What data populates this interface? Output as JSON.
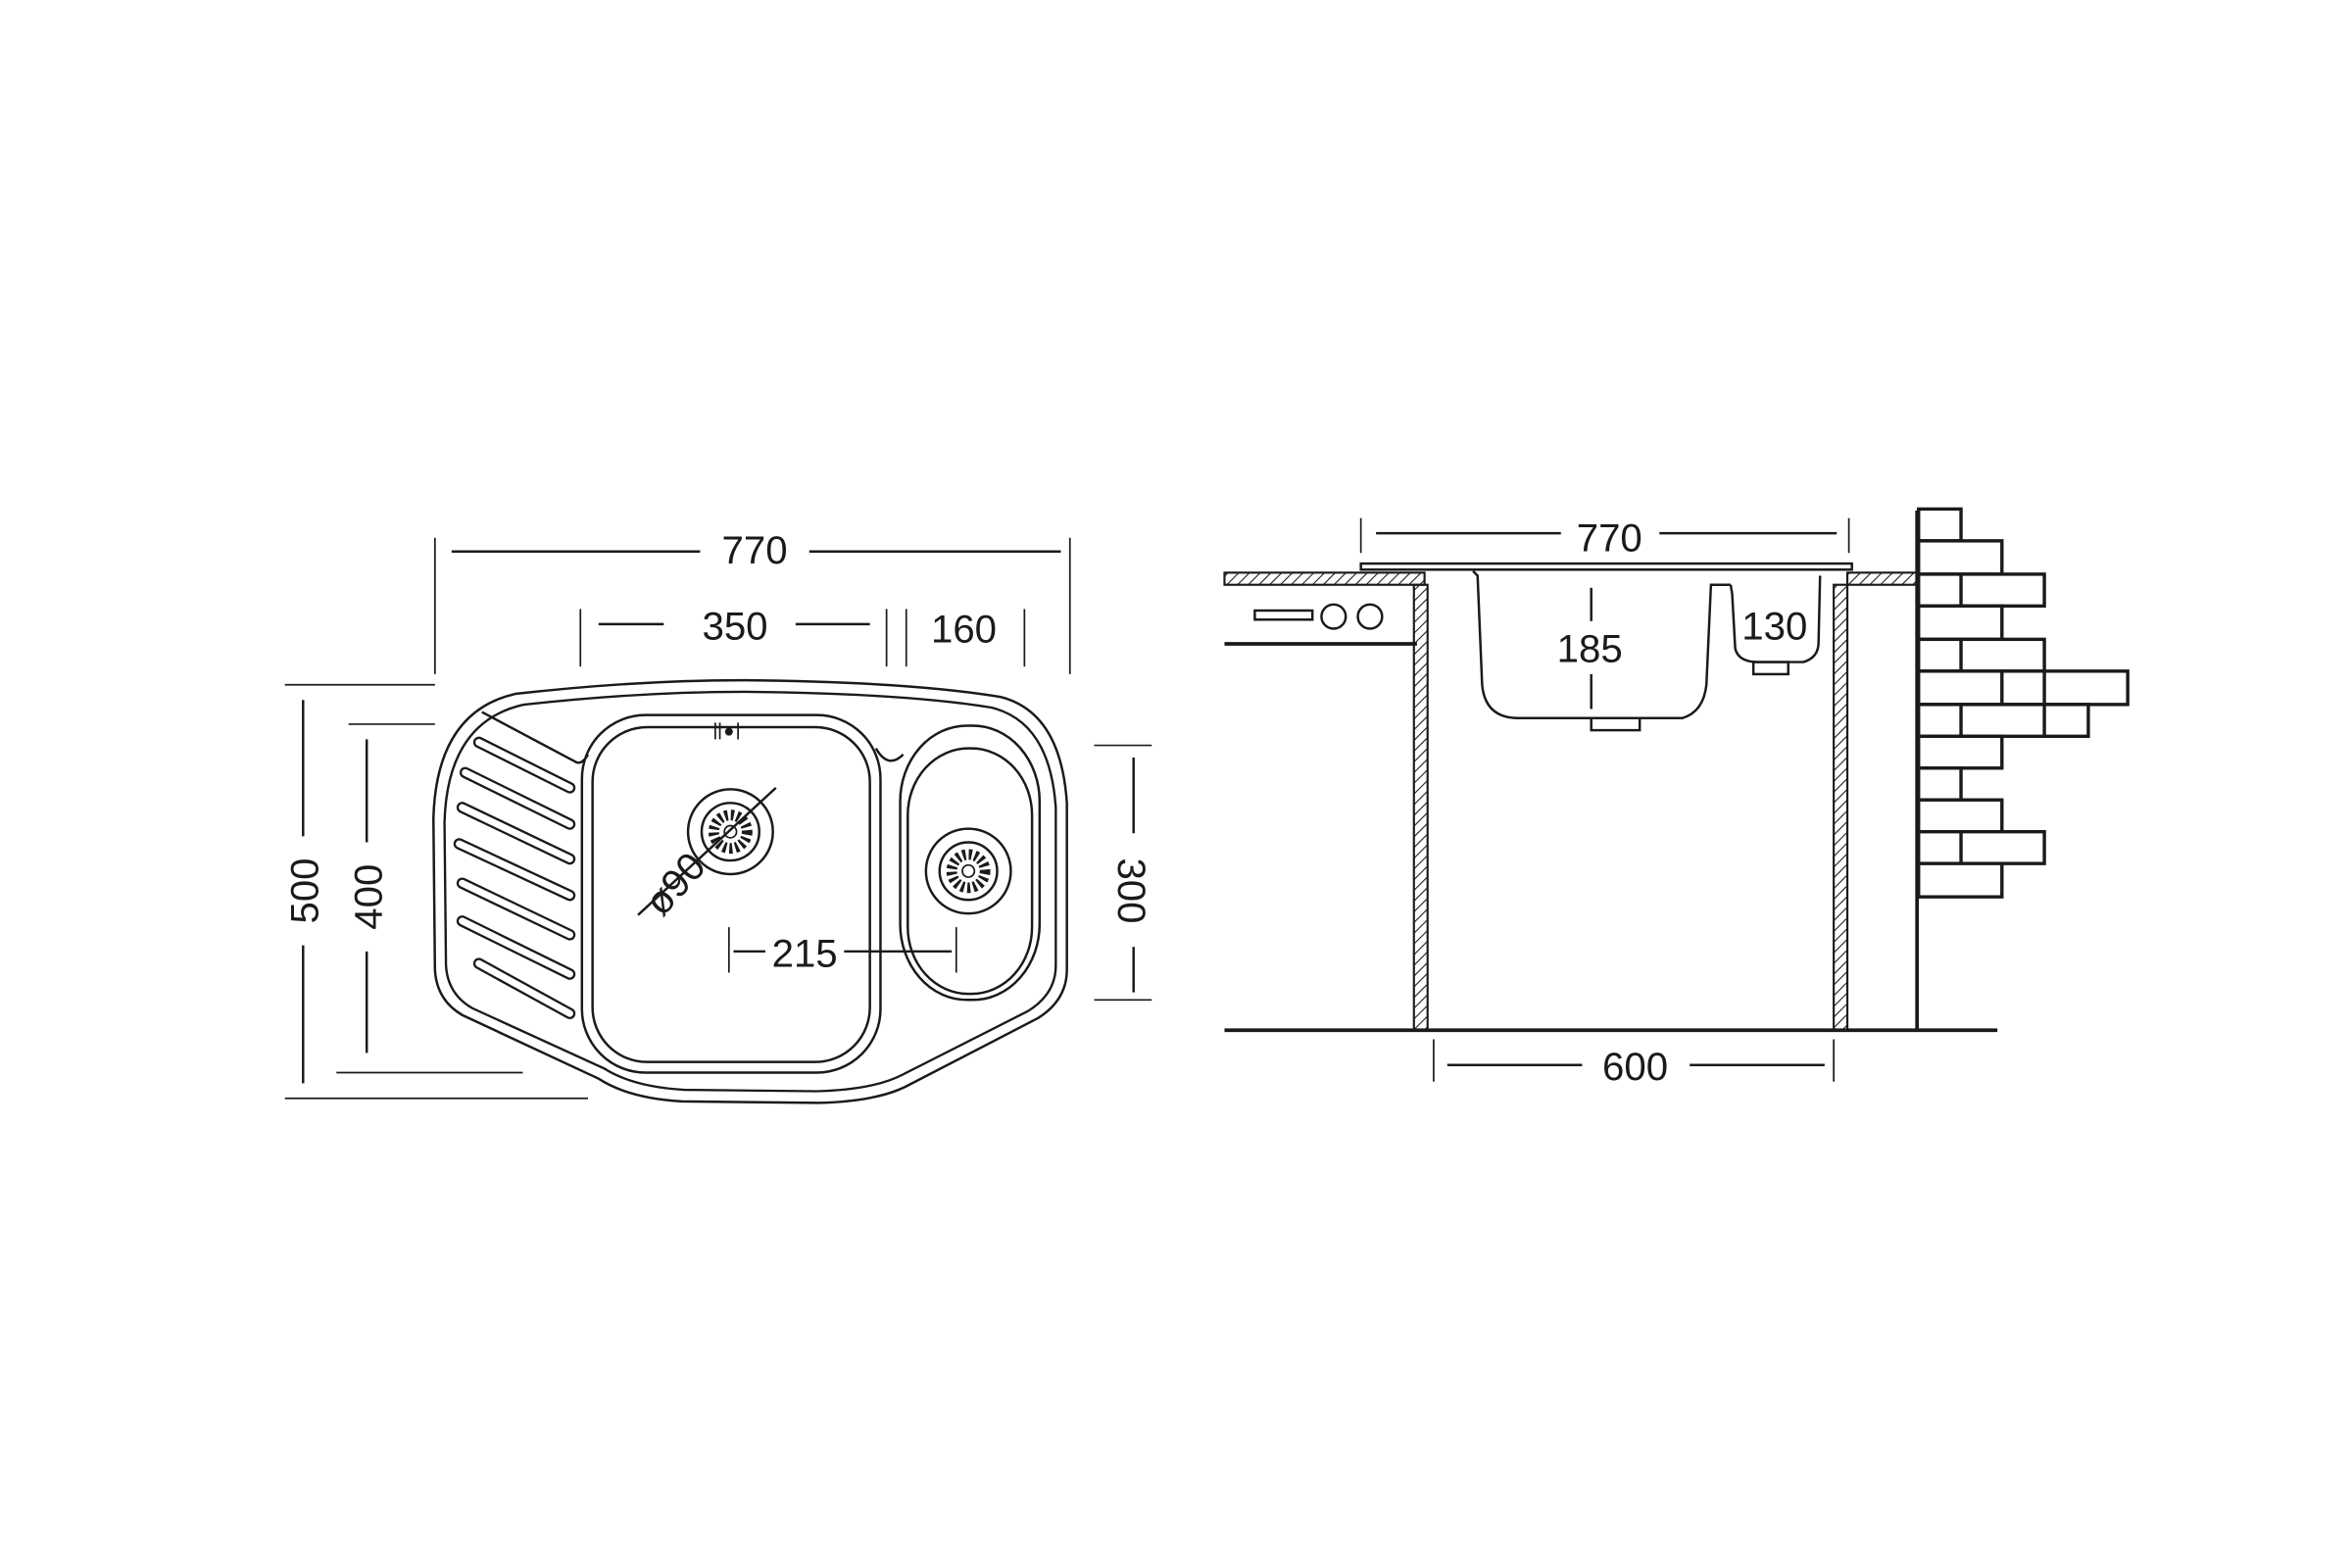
{
  "top_view": {
    "overall_width": "770",
    "main_bowl_width": "350",
    "small_bowl_width": "160",
    "overall_depth": "500",
    "main_bowl_depth": "400",
    "small_bowl_depth": "300",
    "drain_spacing": "215",
    "drain_diameter": "ø90"
  },
  "side_view": {
    "overall_width": "770",
    "main_bowl_height": "185",
    "small_bowl_height": "130",
    "cabinet_width": "600"
  }
}
